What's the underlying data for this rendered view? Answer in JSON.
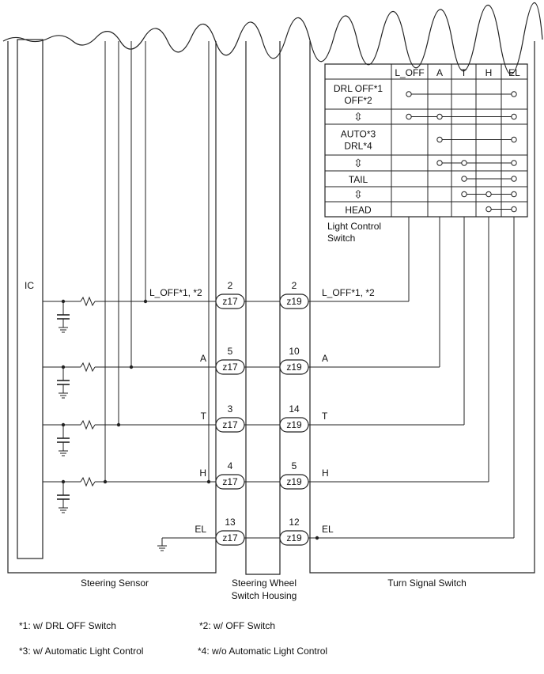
{
  "ic_label": "IC",
  "table": {
    "headers": [
      "L_OFF",
      "A",
      "T",
      "H",
      "EL"
    ],
    "rows": [
      {
        "label": "DRL OFF*1",
        "label2": "OFF*2"
      },
      {
        "label": "⇳"
      },
      {
        "label": "AUTO*3",
        "label2": "DRL*4"
      },
      {
        "label": "⇳"
      },
      {
        "label": "TAIL"
      },
      {
        "label": "⇳"
      },
      {
        "label": "HEAD"
      }
    ],
    "caption_line1": "Light Control",
    "caption_line2": "Switch"
  },
  "signals": [
    {
      "left_label": "L_OFF*1, *2",
      "right_label": "L_OFF*1, *2",
      "z17_pin": "2",
      "z19_pin": "2"
    },
    {
      "left_label": "A",
      "right_label": "A",
      "z17_pin": "5",
      "z19_pin": "10"
    },
    {
      "left_label": "T",
      "right_label": "T",
      "z17_pin": "3",
      "z19_pin": "14"
    },
    {
      "left_label": "H",
      "right_label": "H",
      "z17_pin": "4",
      "z19_pin": "5"
    },
    {
      "left_label": "EL",
      "right_label": "EL",
      "z17_pin": "13",
      "z19_pin": "12"
    }
  ],
  "connectors": {
    "left": "z17",
    "right": "z19"
  },
  "components": {
    "steering_sensor": "Steering Sensor",
    "housing_line1": "Steering Wheel",
    "housing_line2": "Switch Housing",
    "turn_signal_switch": "Turn Signal Switch"
  },
  "footnotes": [
    "*1: w/ DRL OFF Switch",
    "*2: w/ OFF Switch",
    "*3: w/ Automatic Light Control",
    "*4: w/o Automatic Light Control"
  ]
}
